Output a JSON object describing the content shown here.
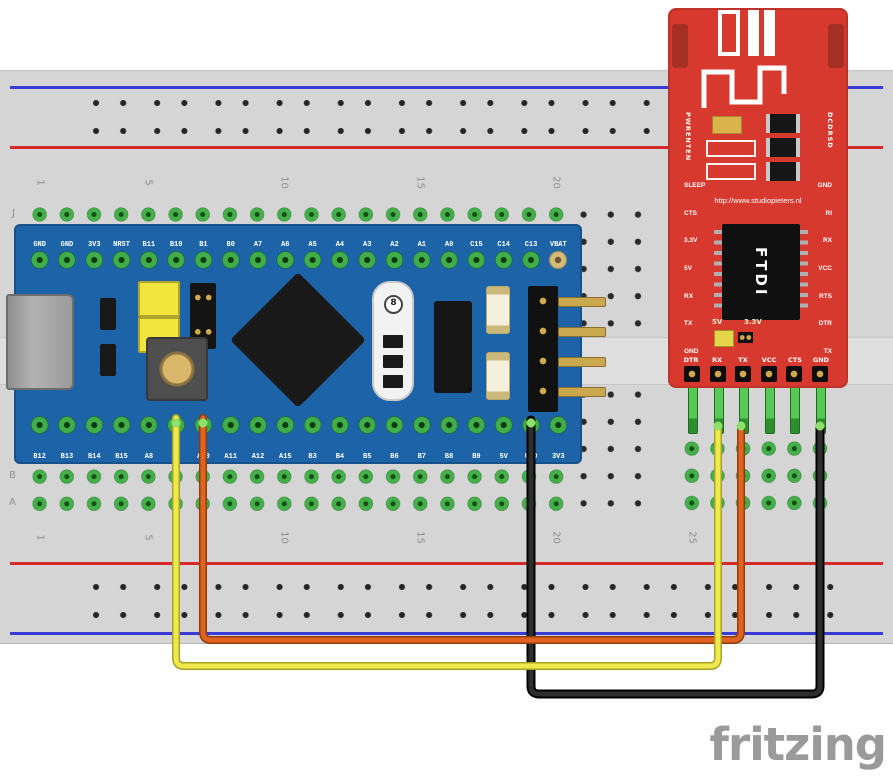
{
  "logo": {
    "text": "fritzing"
  },
  "breadboard": {
    "col_numbers_top": [
      "1",
      "5",
      "10",
      "15",
      "20"
    ],
    "col_numbers_bottom": [
      "1",
      "5",
      "10",
      "15",
      "20",
      "25"
    ],
    "row_letter_top": "J",
    "row_letters_bottom": [
      "B",
      "A"
    ],
    "colors": {
      "body": "#d5d5d5",
      "rail_blue": "#3a3ad6",
      "rail_red": "#d42a2a",
      "hole": "#2a2a2a",
      "hole_connected_green": "#43b049"
    }
  },
  "bluepill": {
    "board_color": "#1d63a8",
    "top_pins": [
      "GND",
      "GND",
      "3V3",
      "NRST",
      "B11",
      "B10",
      "B1",
      "B0",
      "A7",
      "A6",
      "A5",
      "A4",
      "A3",
      "A2",
      "A1",
      "A0",
      "C15",
      "C14",
      "C13",
      "VBAT"
    ],
    "bottom_pins": [
      "B12",
      "B13",
      "B14",
      "B15",
      "A8",
      "A9",
      "A10",
      "A11",
      "A12",
      "A15",
      "B3",
      "B4",
      "B5",
      "B6",
      "B7",
      "B8",
      "B9",
      "5V",
      "GND",
      "3V3"
    ],
    "crystal_label": "8"
  },
  "ftdi": {
    "board_color": "#d8392f",
    "url": "http://www.studiopieters.nl",
    "chip_label": "FTDI",
    "left_vertical_label": "PWRENTEN",
    "right_vertical_label": "DCDRSD",
    "left_labels": [
      "SLEEP",
      "CTS",
      "3.3V",
      "5V",
      "RX",
      "TX",
      "GND"
    ],
    "right_labels": [
      "GND",
      "RI",
      "RX",
      "VCC",
      "RTS",
      "DTR",
      "TX"
    ],
    "jumper_labels": [
      "5V",
      "3.3V"
    ],
    "bottom_pin_labels": [
      "DTR",
      "RX",
      "TX",
      "VCC",
      "CTS",
      "GND"
    ]
  },
  "wires": {
    "glow": "#8ee06a",
    "yellow": {
      "color": "#efe94d",
      "outline": "#a8a229"
    },
    "orange": {
      "color": "#e0641f",
      "outline": "#8f3d0f"
    },
    "black": {
      "color": "#2e2e2e",
      "outline": "#000000"
    }
  }
}
